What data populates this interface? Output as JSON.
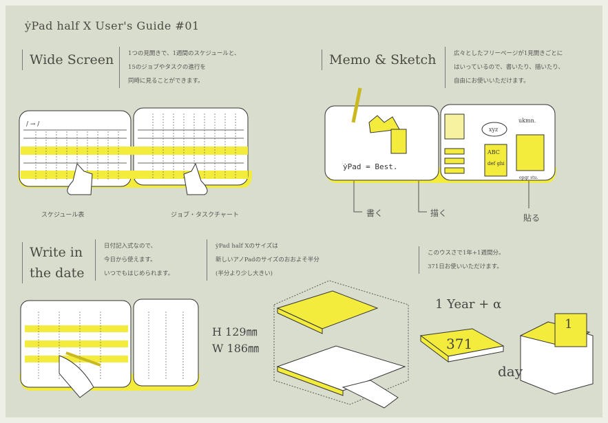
{
  "title": "ẏPad half X User's Guide #01",
  "wide": {
    "heading": "Wide Screen",
    "desc": [
      "1つの見開きで、1週間のスケジュールと、",
      "15のジョブやタスクの進行を",
      "同時に見ることができます。"
    ],
    "captions": [
      "スケジュール表",
      "ジョブ・タスクチャート"
    ],
    "page_label": "/ → /"
  },
  "memo": {
    "heading": "Memo & Sketch",
    "desc": [
      "広々としたフリーページが1見開きごとに",
      "はいっているので、書いたり、描いたり、",
      "自由にお使いいただけます。"
    ],
    "captions": [
      "書く",
      "描く",
      "貼る"
    ],
    "sketch_text": "ẏPad = Best.",
    "bubble": "xyz",
    "abc": "ABC",
    "defghi": "def ghi",
    "ukmn": "ukmn.",
    "opqr": "opqr stu."
  },
  "date": {
    "heading_line1": "Write in",
    "heading_line2": "the date",
    "desc": [
      "日付記入式なので、",
      "今日から使えます。",
      "いつでもはじめられます。"
    ]
  },
  "size": {
    "desc": [
      "ẏPad half Xのサイズは",
      "新しいアノPadのサイズのおおよそ半分",
      "(半分より少し大きい)"
    ],
    "height": "H  129㎜",
    "width": "W  186㎜"
  },
  "duration": {
    "desc": [
      "このウスさで1年+1週間分。",
      "371日お使いいただけます。"
    ],
    "label": "1 Year + α",
    "days": "371",
    "day_one": "1",
    "day_label": "day"
  },
  "colors": {
    "background": "#d9ddcd",
    "accent": "#f3ec3c"
  }
}
